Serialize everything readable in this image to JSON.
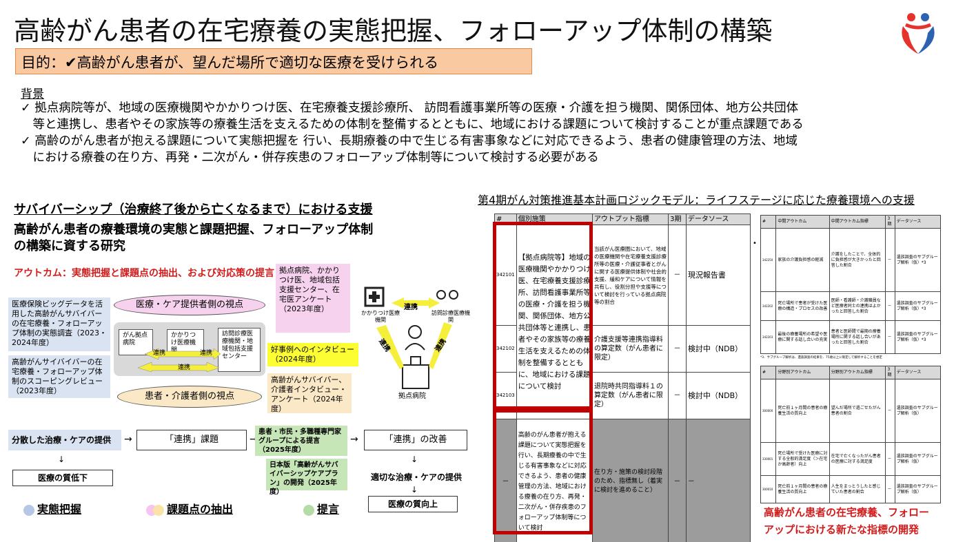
{
  "title": "高齢がん患者の在宅療養の実態把握、フォローアップ体制の構築",
  "purpose": "目的：✔高齢がん患者が、望んだ場所で適切な医療を受けられる",
  "background": {
    "heading": "背景",
    "l1": "✓ 拠点病院等が、地域の医療機関やかかりつけ医、在宅療養支援診療所、 訪問看護事業所等の医療・介護を担う機関、関係団体、地方公共団体",
    "l2": "　等と連携し、患者やその家族等の療養生活を支えるための体制を整備するとともに、地域における課題について検討することが重点課題である",
    "l3": "✓ 高齢のがん患者が抱える課題について実態把握を 行い、長期療養の中で生じる有害事象などに対応できるよう、患者の健康管理の方法、地域",
    "l4": "　における療養の在り方、再発・二次がん・併存疾患のフォローアップ体制等について検討する必要がある"
  },
  "left": {
    "section_title": "サバイバーシップ（治療終了後から亡くなるまで）における支援",
    "sub1": "高齢がん患者の療養環境の実態と課題把握、フォローアップ体制",
    "sub2": "の構築に資する研究",
    "outcome": "アウトカム：実態把握と課題点の抽出、および対応策の提言",
    "blue1": "医療保険ビッグデータを活用した高齢がんサバイバーの在宅療養・フォローアップ体制の実態調査（2023・2024年度）",
    "blue2": "高齢がんサイバイバーの在宅療養・フォローアップ体制のスコーピングレビュー（2023年度）",
    "ell_top": "医療・ケア提供者側の視点",
    "ell_bottom": "患者・介護者側の視点",
    "inst1": "がん拠点病院",
    "inst2": "かかりつけ医療機関",
    "inst3": "訪問診療医療機関・地域包括支援センター",
    "renkei": "連携",
    "pink": "拠点病院、かかりつけ医、地域包括支援センター、在宅医アンケート（2023年度）",
    "yellow": "好事例へのインタビュー（2024年度）",
    "peach": "高齢がんサバイバー、介護者インタビュー・アンケート（2024年度）",
    "clinic": "かかりつけ医療機関",
    "visit": "訪問診療医療機関",
    "base": "拠点病院",
    "flow1": "分散した治療・ケアの提供",
    "flow2": "「連携」課題",
    "green1": "患者・市民・多職種専門家グループによる提言（2025年度）",
    "green2": "日本版「高齢がんサバイバーシップケアプラン」の開発（2025年度）",
    "flow3": "「連携」の改善",
    "down1": "医療の質低下",
    "appropriate": "適切な治療・ケアの提供",
    "down2": "医療の質向上",
    "leg1": "実態把握",
    "leg2": "課題点の抽出",
    "leg3": "提言"
  },
  "logic_model": {
    "title": "第4期がん対策推進基本計画ロジックモデル：ライフステージに応じた療養環境への支援",
    "headers": [
      "#",
      "個別施策",
      "アウトプット指標",
      "3期",
      "データソース"
    ],
    "r1": {
      "id": "342101",
      "policy": "【拠点病院等】地域の医療機関やかかりつけ医、在宅療養支援診療所、訪問看護事業所等の医療・介護を担う機関、関係団体、地方公共団体等と連携し、患者やその家族等の療養生活を支えるための体制を整備するとともに、地域における課題について検討",
      "indicator": "当該がん医療圏において、地域の医療機関や在宅療養支援診療所等の医療・介護従事者とがんに関する医療提供体制や社会的支援、緩和ケアについて情報を共有し、役割分担や支援等について検討を行っている拠点病院等の割合",
      "k": "－",
      "src": "現況報告書"
    },
    "r2": {
      "id": "342102",
      "indicator": "介護支援等連携指導料の算定数（がん患者に限定）",
      "k": "－",
      "src": "検討中（NDB）"
    },
    "r3": {
      "id": "342103",
      "indicator": "退院時共同指導料１の算定数（がん患者に限定）",
      "k": "－",
      "src": "検討中（NDB）"
    },
    "r4": {
      "id": "－",
      "policy": "高齢のがん患者が抱える課題について実態把握を行い、長期療養の中で生じる有害事象などに対応できるよう、患者の健康管理の方法、地域における療養の在り方、再発・二次がん・併存疾患のフォローアップ体制等について検討",
      "indicator": "在り方・施策の検討段階のため、指標無し（着実に検討を進めること）",
      "k": "－",
      "src": "－"
    }
  },
  "mid_table": {
    "headers": [
      "#",
      "中間アウトカム",
      "中間アウトカム指標",
      "3期",
      "データソース"
    ],
    "rows": [
      [
        "342250",
        "家族の介護負担感の軽減",
        "介護をしたことで、全体的に負担感が大きかったと回答した割合",
        "－",
        "遺族調査のサブグループ解析（仮）*3"
      ],
      [
        "342202",
        "死亡場所で患者が受けた医療の構造・プロセスの改善",
        "医師・看護師・介護職員など医療者同士の連携はよかったと回答した割合",
        "－",
        "遺族調査のサブグループ解析（仮）*3"
      ],
      [
        "342203",
        "最後の療養場所の希望や医療に関する話し合いの充実",
        "患者と医師間で最期の療養場所に関する話し合いがあったと回答した割合",
        "－",
        "遺族調査のサブグループ解析（仮）*3"
      ]
    ],
    "note": "*3．サブグループ解析は、遺族調査の結果を、75歳以上に限定して解析することを想定"
  },
  "final_table": {
    "headers": [
      "#",
      "分野別アウトカム",
      "分野別アウトカム指標",
      "3期",
      "データソース"
    ],
    "rows": [
      [
        "300000",
        "死亡前１ヶ月間の患者の療養生活の質向上",
        "望んだ場所で過ごせたがん患者の割合",
        "－",
        "遺族調査のサブグループ解析（仮）"
      ],
      [
        "330001",
        "死亡場所で受けた医療に対する全般的満足度（＞在宅か高齢者）向上",
        "在宅で亡くなったがん患者の医療に対する満足度",
        "－",
        "遺族調査のサブグループ解析（仮）"
      ],
      [
        "300010",
        "死亡前１ヶ月間の患者の療養生活の質向上",
        "人生をまっとうしたと感じていた患者の割合",
        "－",
        "遺族調査のサブグループ解析（仮）"
      ]
    ]
  },
  "red_caption": {
    "l1": "高齢がん患者の在宅療養、フォロー",
    "l2": "アップにおける新たな指標の開発"
  },
  "colors": {
    "accent_red": "#d21c1c",
    "frame_red": "#c00000",
    "purpose_bg": "#f9c9a2",
    "blue": "#d9e3f1",
    "pink": "#f6d2ef",
    "yellow": "#fdfd33",
    "peach": "#fae8c6",
    "green": "#c6e6b8"
  }
}
